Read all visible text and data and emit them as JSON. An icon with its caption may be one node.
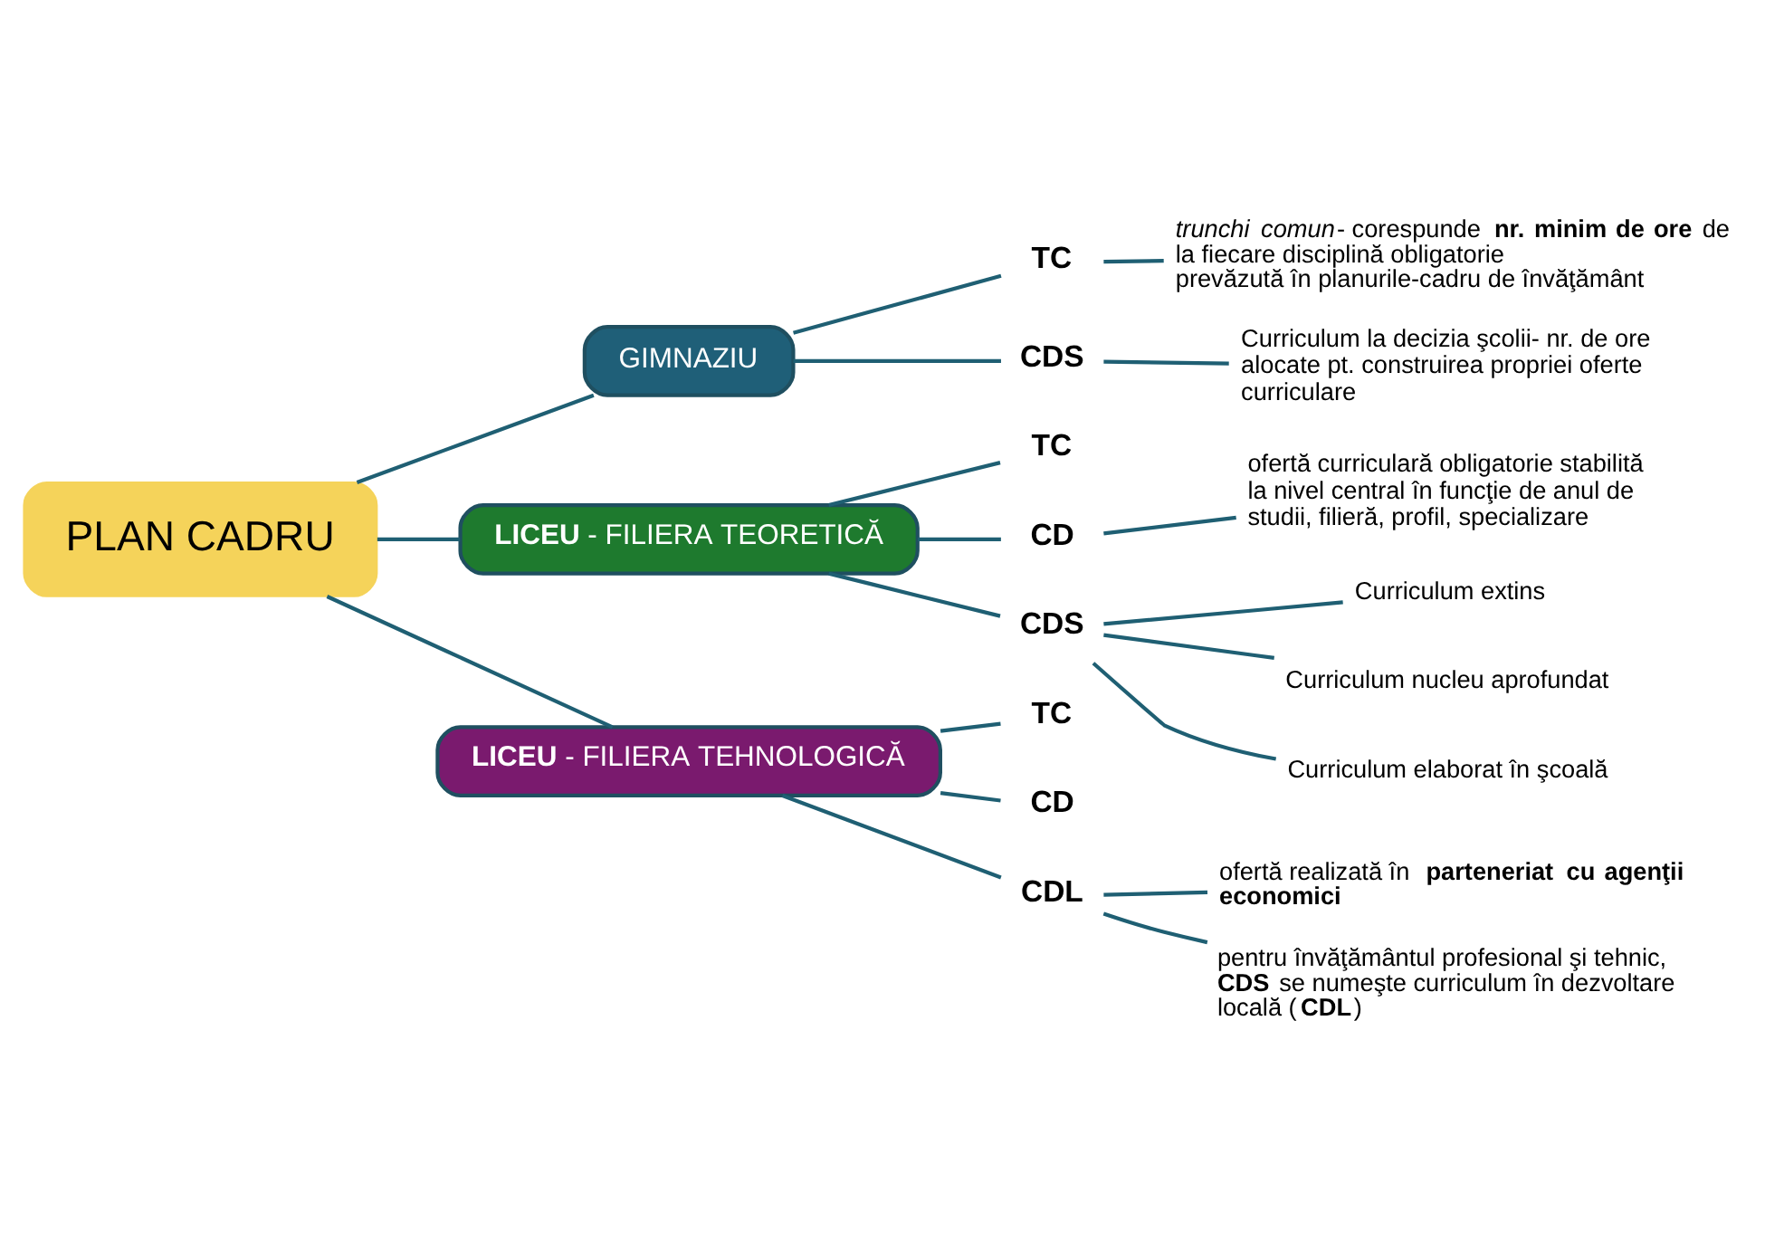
{
  "diagram": {
    "nodes": [
      {
        "text": [
          "PLAN CADRU"
        ]
      },
      {
        "text": [
          "GIMNAZIU"
        ]
      },
      {
        "text": [
          "TC"
        ]
      },
      {
        "text": [
          "*trunchi comun*- corespunde **nr. minim de ore** de la fiecare disciplină obligatorie prevăzută în planurile-cadru de învăţământ"
        ]
      },
      {
        "text": [
          "CDS"
        ]
      },
      {
        "text": [
          "Curriculum la decizia şcolii- nr. de ore alocate pt. construirea propriei oferte curriculare"
        ]
      },
      {
        "text": [
          "**LICEU** - FILIERA TEORETICĂ"
        ]
      },
      {
        "text": [
          "TC"
        ]
      },
      {
        "text": [
          "CD"
        ]
      },
      {
        "text": [
          "ofertă curriculară obligatorie stabilită la nivel central în funcţie de anul de studii, filieră, profil, specializare"
        ]
      },
      {
        "text": [
          "CDS"
        ]
      },
      {
        "text": [
          "Curriculum extins"
        ]
      },
      {
        "text": [
          "Curriculum nucleu aprofundat"
        ]
      },
      {
        "text": [
          "Curriculum elaborat în şcoală"
        ]
      },
      {
        "text": [
          "**LICEU** - FILIERA TEHNOLOGICĂ"
        ]
      },
      {
        "text": [
          "TC"
        ]
      },
      {
        "text": [
          "CD"
        ]
      },
      {
        "text": [
          "CDL"
        ]
      },
      {
        "text": [
          "ofertă realizată în **parteneriat cu agenţii economici**"
        ]
      },
      {
        "text": [
          "pentru învăţământul profesional şi tehnic, **CDS** se numeşte curriculum în dezvoltare locală (**CDL**)"
        ]
      }
    ],
    "edges": [
      {
        "from": 0,
        "to": 1,
        "arrow": "none"
      },
      {
        "from": 1,
        "to": 2,
        "arrow": "none"
      },
      {
        "from": 2,
        "to": 3,
        "arrow": "none"
      },
      {
        "from": 1,
        "to": 4,
        "arrow": "none"
      },
      {
        "from": 4,
        "to": 5,
        "arrow": "none"
      },
      {
        "from": 0,
        "to": 6,
        "arrow": "none"
      },
      {
        "from": 6,
        "to": 7,
        "arrow": "none"
      },
      {
        "from": 6,
        "to": 8,
        "arrow": "none"
      },
      {
        "from": 8,
        "to": 9,
        "arrow": "none"
      },
      {
        "from": 6,
        "to": 10,
        "arrow": "none"
      },
      {
        "from": 10,
        "to": 11,
        "arrow": "none"
      },
      {
        "from": 10,
        "to": 12,
        "arrow": "none"
      },
      {
        "from": 10,
        "to": 13,
        "arrow": "none"
      },
      {
        "from": 0,
        "to": 14,
        "arrow": "none"
      },
      {
        "from": 14,
        "to": 15,
        "arrow": "none"
      },
      {
        "from": 14,
        "to": 16,
        "arrow": "none"
      },
      {
        "from": 14,
        "to": 17,
        "arrow": "none"
      },
      {
        "from": 17,
        "to": 18,
        "arrow": "none"
      },
      {
        "from": 17,
        "to": 19,
        "arrow": "none"
      }
    ]
  }
}
